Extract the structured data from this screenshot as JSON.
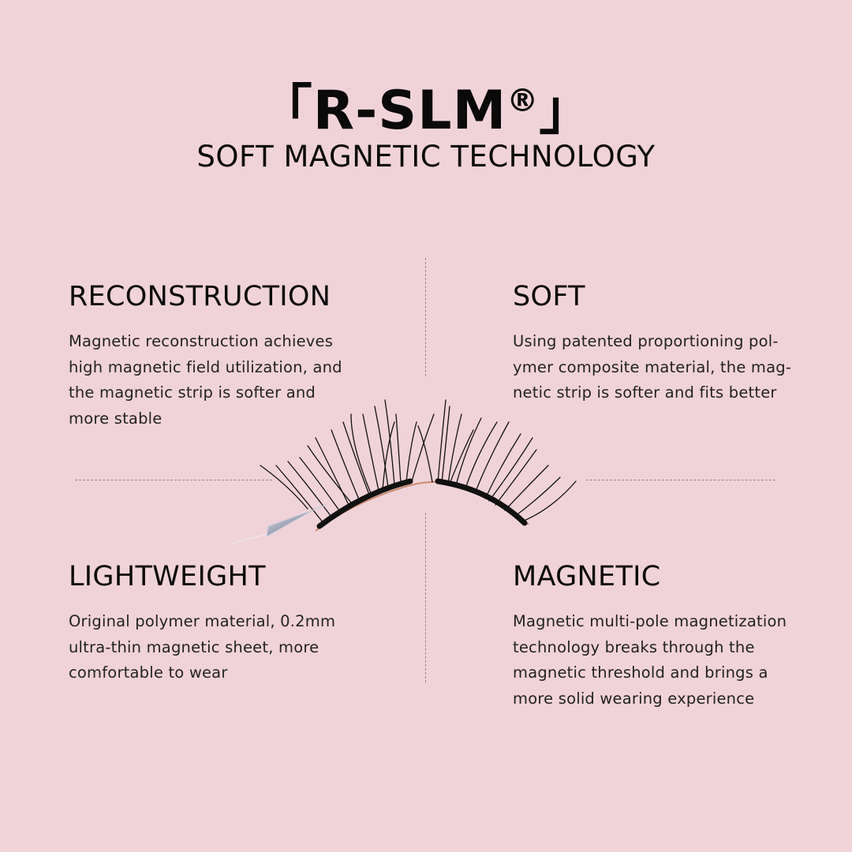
{
  "header": {
    "bracket_open": "「",
    "brand": "R-SLM",
    "registered": "®",
    "bracket_close": "」",
    "subtitle": "SOFT MAGNETIC TECHNOLOGY"
  },
  "features": [
    {
      "title": "RECONSTRUCTION",
      "description": "Magnetic reconstruction achieves high magnetic field utilization, and the magnetic strip is softer and more stable"
    },
    {
      "title": "SOFT",
      "description": "Using patented proportioning pol-ymer composite material, the mag-netic strip is softer and fits better"
    },
    {
      "title": "LIGHTWEIGHT",
      "description": "Original polymer material, 0.2mm ultra-thin magnetic sheet, more comfortable to wear"
    },
    {
      "title": "MAGNETIC",
      "description": "Magnetic multi-pole magnetization technology breaks through the magnetic threshold and brings a more solid wearing experience"
    }
  ],
  "colors": {
    "background": "#f0d3d9",
    "text": "#0a0a0a",
    "divider": "#8d8589"
  }
}
